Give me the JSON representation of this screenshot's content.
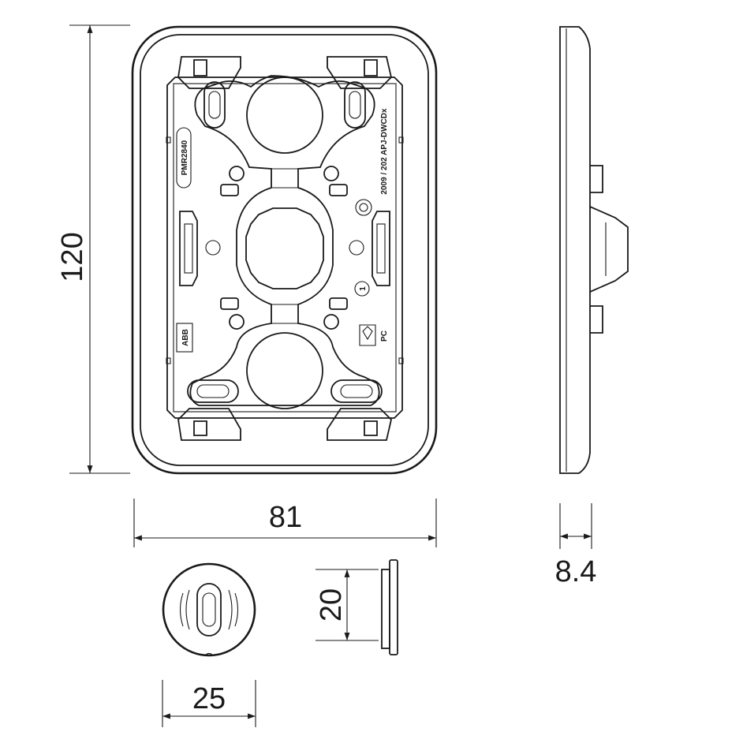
{
  "dimensions": {
    "height": "120",
    "width": "81",
    "depth": "8.4",
    "cover_height": "20",
    "cover_diameter": "25"
  },
  "markings": {
    "model": "PMR2840",
    "standard": "2009 / 202 APJ-DWCDx",
    "number": "1",
    "brand": "ABB",
    "material": "PC"
  },
  "colors": {
    "line": "#1a1a1a",
    "background": "#ffffff"
  }
}
